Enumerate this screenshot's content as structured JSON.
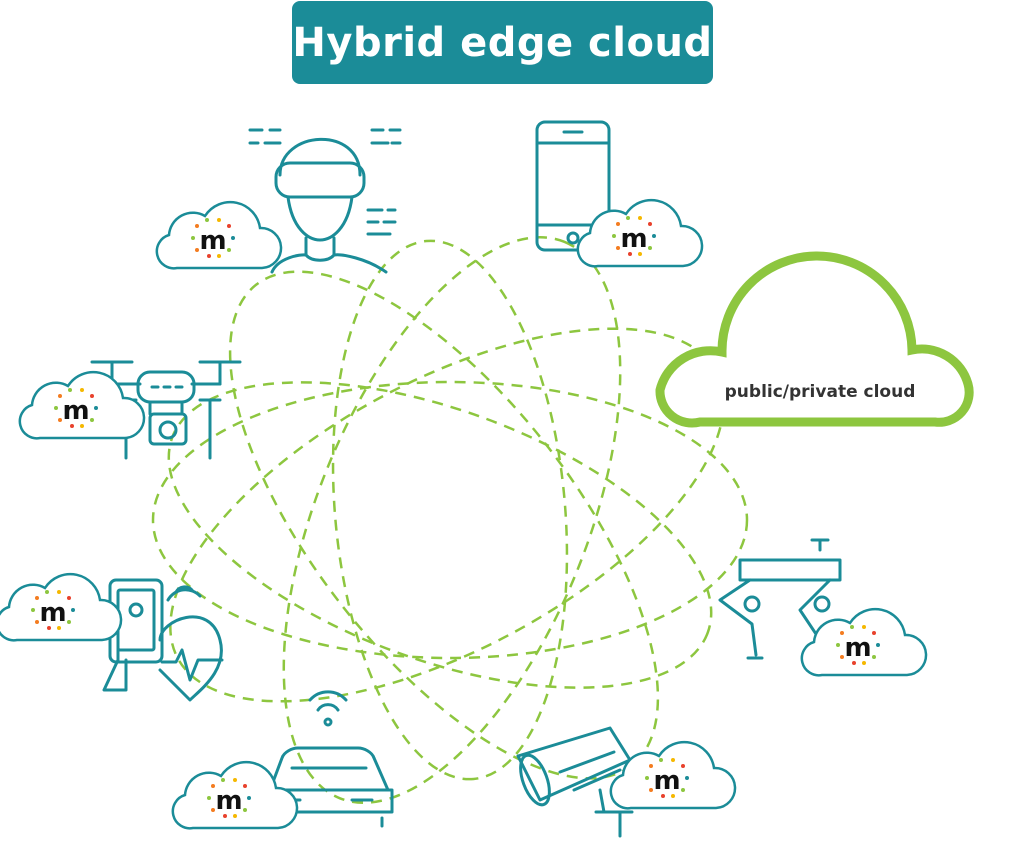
{
  "title": "Hybrid edge cloud",
  "cloud_label": "public/private cloud",
  "logo_letter": "m",
  "colors": {
    "teal": "#1b8c98",
    "green": "#8dc63f",
    "white": "#ffffff"
  },
  "nodes": [
    {
      "name": "vr-headset-user",
      "icon": "vr-headset-icon"
    },
    {
      "name": "smartphone",
      "icon": "smartphone-icon"
    },
    {
      "name": "drone",
      "icon": "drone-icon"
    },
    {
      "name": "health-tablet",
      "icon": "health-monitor-icon"
    },
    {
      "name": "connected-car",
      "icon": "car-icon"
    },
    {
      "name": "security-camera",
      "icon": "cctv-camera-icon"
    },
    {
      "name": "robot-dog",
      "icon": "robot-dog-icon"
    }
  ]
}
